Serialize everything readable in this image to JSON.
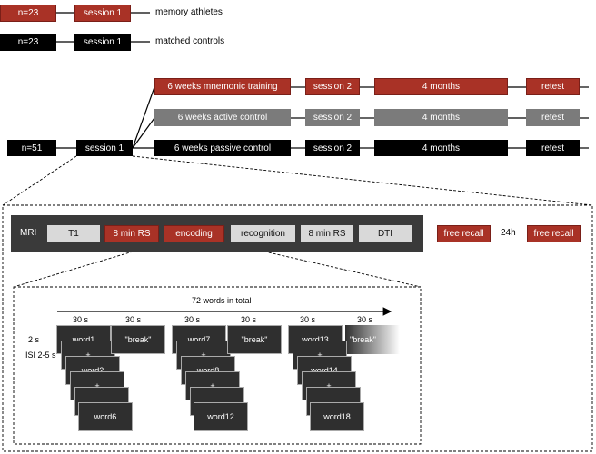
{
  "groups": {
    "athletes": {
      "n": "n=23",
      "session": "session 1",
      "label": "memory athletes"
    },
    "controls": {
      "n": "n=23",
      "session": "session 1",
      "label": "matched controls"
    },
    "training": {
      "n": "n=51",
      "session": "session 1"
    }
  },
  "branches": [
    {
      "condition": "6 weeks mnemonic training",
      "session": "session 2",
      "interval": "4 months",
      "retest": "retest"
    },
    {
      "condition": "6 weeks active control",
      "session": "session 2",
      "interval": "4 months",
      "retest": "retest"
    },
    {
      "condition": "6 weeks passive control",
      "session": "session 2",
      "interval": "4 months",
      "retest": "retest"
    }
  ],
  "mri": {
    "label": "MRI",
    "blocks": [
      "T1",
      "8 min RS",
      "encoding",
      "recognition",
      "8 min RS",
      "DTI"
    ]
  },
  "recall": {
    "first": "free recall",
    "delay": "24h",
    "second": "free recall"
  },
  "encoding": {
    "total_label": "72 words in total",
    "duration_label": "30 s",
    "word_time": "2 s",
    "isi": "ISI 2-5 s",
    "break_label": "\"break\"",
    "plus": "+",
    "ellipsis": "...",
    "blocks": [
      {
        "first": "word1",
        "second": "word2",
        "last": "word6"
      },
      {
        "first": "word7",
        "second": "word8",
        "last": "word12"
      },
      {
        "first": "word13",
        "second": "word14",
        "last": "word18"
      }
    ]
  },
  "colors": {
    "red": "#a93226",
    "black": "#000000",
    "gray": "#7b7b7b",
    "light": "#d9d9d9",
    "mri_bg": "#3a3a3a"
  }
}
